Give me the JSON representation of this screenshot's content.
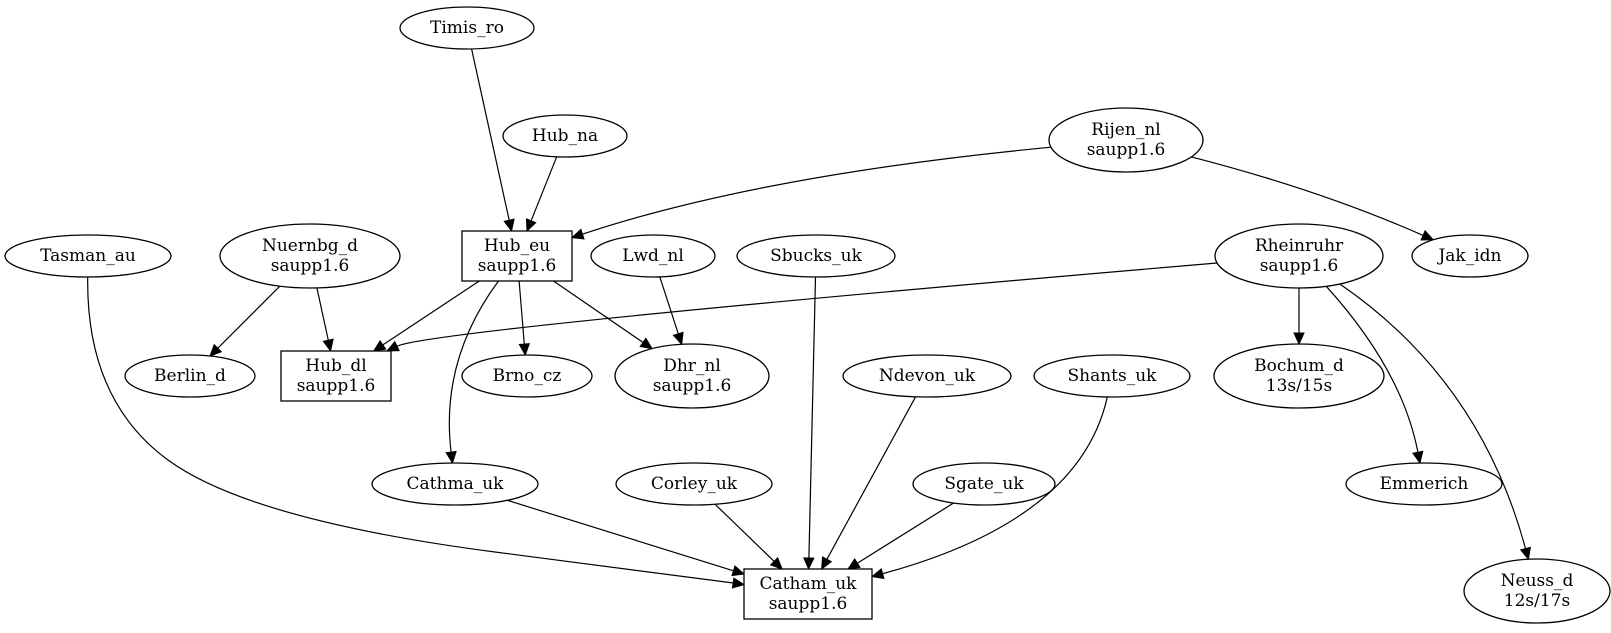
{
  "diagram": {
    "nodes": [
      {
        "id": "timis_ro",
        "lines": [
          "Timis_ro"
        ],
        "shape": "ellipse"
      },
      {
        "id": "hub_na",
        "lines": [
          "Hub_na"
        ],
        "shape": "ellipse"
      },
      {
        "id": "rijen_nl",
        "lines": [
          "Rijen_nl",
          "saupp1.6"
        ],
        "shape": "ellipse"
      },
      {
        "id": "tasman_au",
        "lines": [
          "Tasman_au"
        ],
        "shape": "ellipse"
      },
      {
        "id": "nuernbg_d",
        "lines": [
          "Nuernbg_d",
          "saupp1.6"
        ],
        "shape": "ellipse"
      },
      {
        "id": "hub_eu",
        "lines": [
          "Hub_eu",
          "saupp1.6"
        ],
        "shape": "box"
      },
      {
        "id": "lwd_nl",
        "lines": [
          "Lwd_nl"
        ],
        "shape": "ellipse"
      },
      {
        "id": "sbucks_uk",
        "lines": [
          "Sbucks_uk"
        ],
        "shape": "ellipse"
      },
      {
        "id": "rheinruhr",
        "lines": [
          "Rheinruhr",
          "saupp1.6"
        ],
        "shape": "ellipse"
      },
      {
        "id": "jak_idn",
        "lines": [
          "Jak_idn"
        ],
        "shape": "ellipse"
      },
      {
        "id": "berlin_d",
        "lines": [
          "Berlin_d"
        ],
        "shape": "ellipse"
      },
      {
        "id": "hub_dl",
        "lines": [
          "Hub_dl",
          "saupp1.6"
        ],
        "shape": "box"
      },
      {
        "id": "brno_cz",
        "lines": [
          "Brno_cz"
        ],
        "shape": "ellipse"
      },
      {
        "id": "dhr_nl",
        "lines": [
          "Dhr_nl",
          "saupp1.6"
        ],
        "shape": "ellipse"
      },
      {
        "id": "ndevon_uk",
        "lines": [
          "Ndevon_uk"
        ],
        "shape": "ellipse"
      },
      {
        "id": "shants_uk",
        "lines": [
          "Shants_uk"
        ],
        "shape": "ellipse"
      },
      {
        "id": "bochum_d",
        "lines": [
          "Bochum_d",
          "13s/15s"
        ],
        "shape": "ellipse"
      },
      {
        "id": "cathma_uk",
        "lines": [
          "Cathma_uk"
        ],
        "shape": "ellipse"
      },
      {
        "id": "corley_uk",
        "lines": [
          "Corley_uk"
        ],
        "shape": "ellipse"
      },
      {
        "id": "sgate_uk",
        "lines": [
          "Sgate_uk"
        ],
        "shape": "ellipse"
      },
      {
        "id": "emmerich",
        "lines": [
          "Emmerich"
        ],
        "shape": "ellipse"
      },
      {
        "id": "catham_uk",
        "lines": [
          "Catham_uk",
          "saupp1.6"
        ],
        "shape": "box"
      },
      {
        "id": "neuss_d",
        "lines": [
          "Neuss_d",
          "12s/17s"
        ],
        "shape": "ellipse"
      }
    ],
    "edges": [
      {
        "from": "timis_ro",
        "to": "hub_eu"
      },
      {
        "from": "hub_na",
        "to": "hub_eu"
      },
      {
        "from": "rijen_nl",
        "to": "hub_eu"
      },
      {
        "from": "rijen_nl",
        "to": "jak_idn"
      },
      {
        "from": "tasman_au",
        "to": "catham_uk"
      },
      {
        "from": "nuernbg_d",
        "to": "berlin_d"
      },
      {
        "from": "nuernbg_d",
        "to": "hub_dl"
      },
      {
        "from": "hub_eu",
        "to": "hub_dl"
      },
      {
        "from": "hub_eu",
        "to": "brno_cz"
      },
      {
        "from": "hub_eu",
        "to": "dhr_nl"
      },
      {
        "from": "hub_eu",
        "to": "cathma_uk"
      },
      {
        "from": "lwd_nl",
        "to": "dhr_nl"
      },
      {
        "from": "sbucks_uk",
        "to": "catham_uk"
      },
      {
        "from": "rheinruhr",
        "to": "hub_dl"
      },
      {
        "from": "rheinruhr",
        "to": "bochum_d"
      },
      {
        "from": "rheinruhr",
        "to": "emmerich"
      },
      {
        "from": "rheinruhr",
        "to": "neuss_d"
      },
      {
        "from": "ndevon_uk",
        "to": "catham_uk"
      },
      {
        "from": "shants_uk",
        "to": "catham_uk"
      },
      {
        "from": "cathma_uk",
        "to": "catham_uk"
      },
      {
        "from": "corley_uk",
        "to": "catham_uk"
      },
      {
        "from": "sgate_uk",
        "to": "catham_uk"
      }
    ]
  }
}
